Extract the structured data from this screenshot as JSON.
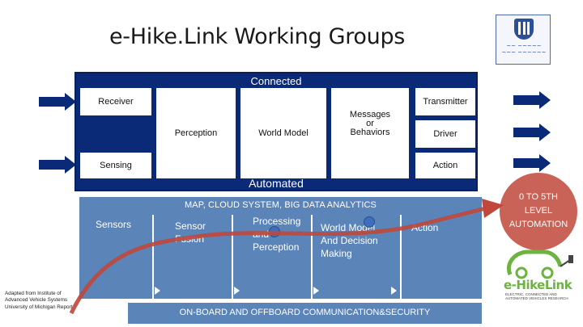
{
  "slide": {
    "title": "e-Hike.Link Working Groups"
  },
  "top_diagram": {
    "band_top": "Connected",
    "band_bottom": "Automated",
    "boxes": {
      "receiver": "Receiver",
      "sensing": "Sensing",
      "perception": "Perception",
      "world_model": "World Model",
      "messages": "Messages\nor\nBehaviors",
      "transmitter": "Transmitter",
      "driver": "Driver",
      "action": "Action"
    }
  },
  "layers": {
    "map_band": "MAP, CLOUD SYSTEM, BIG DATA ANALYTICS",
    "columns": [
      {
        "id": "sensors",
        "label": "Sensors"
      },
      {
        "id": "sensor-fusion",
        "label": "Sensor\nFusion"
      },
      {
        "id": "processing",
        "label": "Processing\nand\nPerception"
      },
      {
        "id": "world-model",
        "label": "World Model\nAnd Decision\nMaking"
      },
      {
        "id": "action",
        "label": "Action"
      }
    ],
    "comm_band": "ON-BOARD AND OFFBOARD COMMUNICATION&SECURITY"
  },
  "annotation": {
    "source_note": "Adapted from Institute of Advanced Vehicle Systems University of Michigan Report",
    "automation_level": "0 TO 5TH\nLEVEL\nAUTOMATION"
  },
  "logos": {
    "ehikelink": "e-HikeLink",
    "ehikelink_tagline": "ELECTRIC, CONNECTED AND AUTOMATED VEHICLES RESEARCH"
  },
  "colors": {
    "frame_navy": "#0a2a78",
    "layer_blue": "#5b84b8",
    "arrow_red": "#c0473a",
    "brand_green": "#6db33f"
  }
}
